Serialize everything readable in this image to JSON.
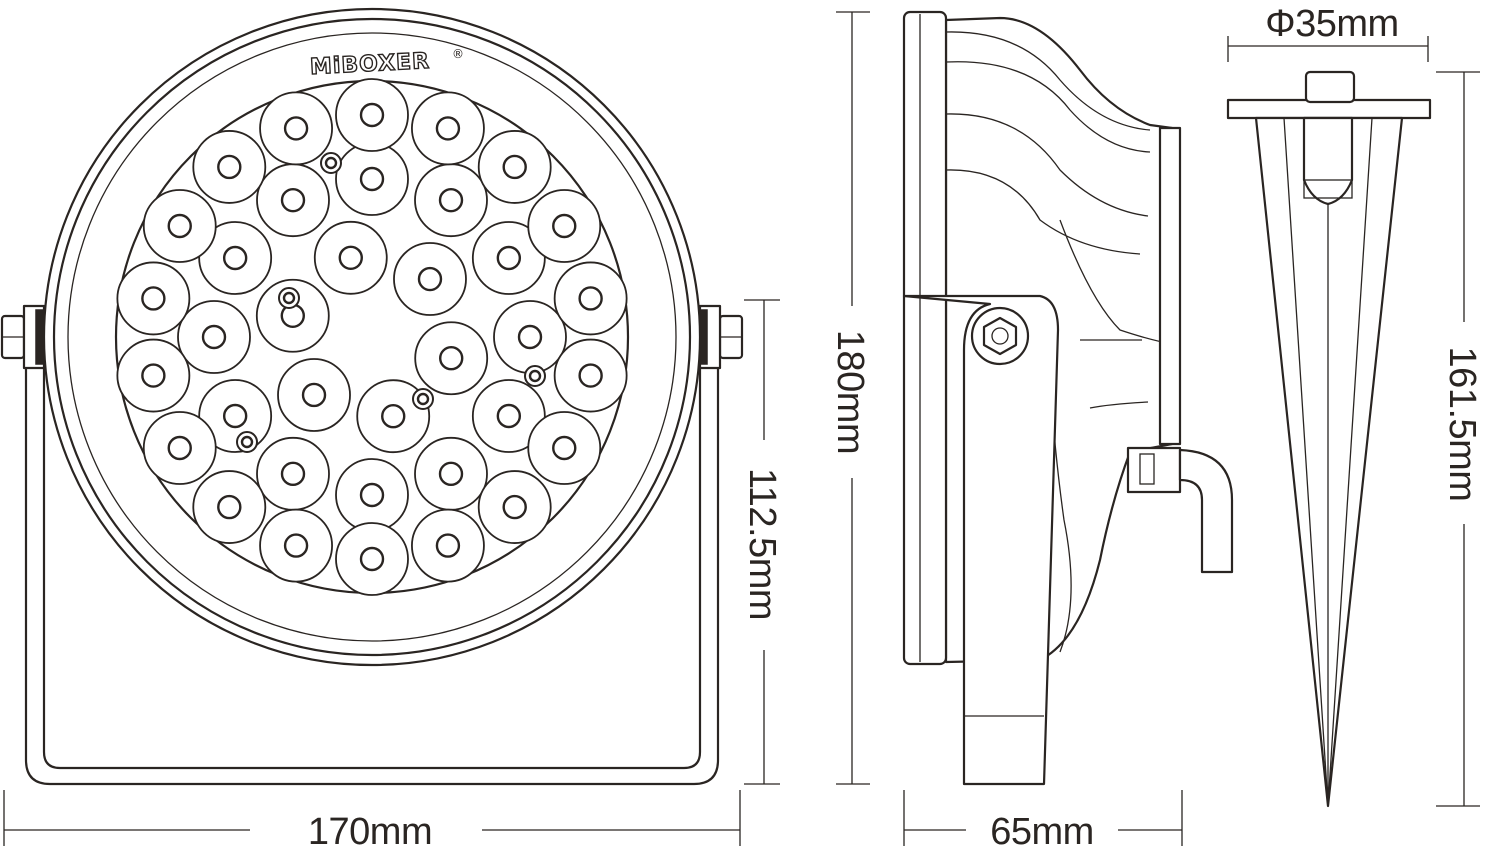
{
  "brand": {
    "logo_text": "MiBOXER",
    "registered_mark": "®"
  },
  "dimensions": {
    "width": "170mm",
    "height": "180mm",
    "depth": "65mm",
    "bracket_height": "112.5mm",
    "spike_diameter": "Φ35mm",
    "spike_length": "161.5mm"
  },
  "colors": {
    "line": "#2a2522",
    "background": "#ffffff"
  },
  "led_count": 36,
  "screw_count": 5
}
